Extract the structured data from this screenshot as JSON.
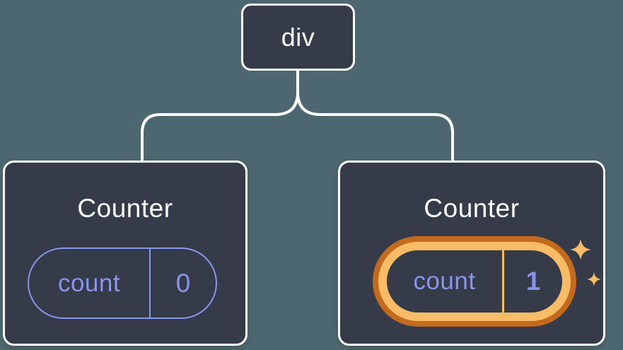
{
  "diagram": {
    "description": "React component tree with state",
    "root": {
      "label": "div"
    },
    "children": [
      {
        "title": "Counter",
        "state": {
          "name": "count",
          "value": "0"
        },
        "highlighted": false
      },
      {
        "title": "Counter",
        "state": {
          "name": "count",
          "value": "1"
        },
        "highlighted": true
      }
    ]
  },
  "icons": {
    "sparkle_large": "sparkle-icon",
    "sparkle_small": "sparkle-icon"
  },
  "colors": {
    "background": "#4D6770",
    "node_background": "#353B48",
    "node_border": "#FFFFFF",
    "connector": "#FFFFFF",
    "state_accent": "#8994EC",
    "highlight_outer": "#C46A1D",
    "highlight_inner": "#F8BB66",
    "text_primary": "#FFFFFF"
  }
}
